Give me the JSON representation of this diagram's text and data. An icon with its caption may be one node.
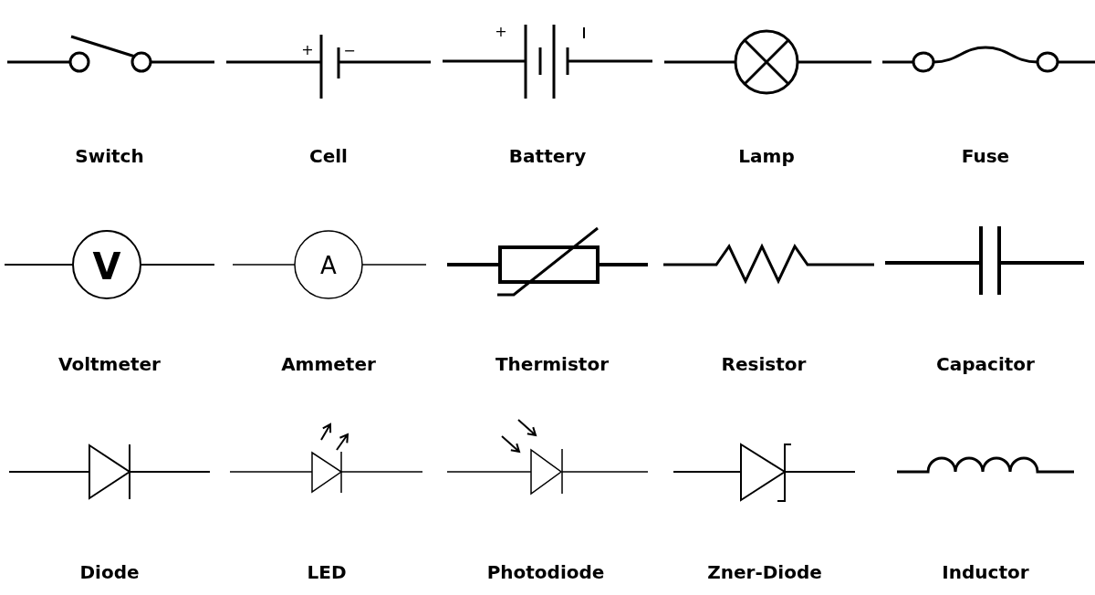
{
  "diagram": {
    "labels": [
      "+",
      "−",
      "+",
      "Switch",
      "Cell",
      "Battery",
      "Lamp",
      "Fuse",
      "V",
      "A",
      "Voltmeter",
      "Ammeter",
      "Thermistor",
      "Resistor",
      "Capacitor",
      "Diode",
      "LED",
      "Photodiode",
      "Zner-Diode",
      "Inductor"
    ]
  }
}
